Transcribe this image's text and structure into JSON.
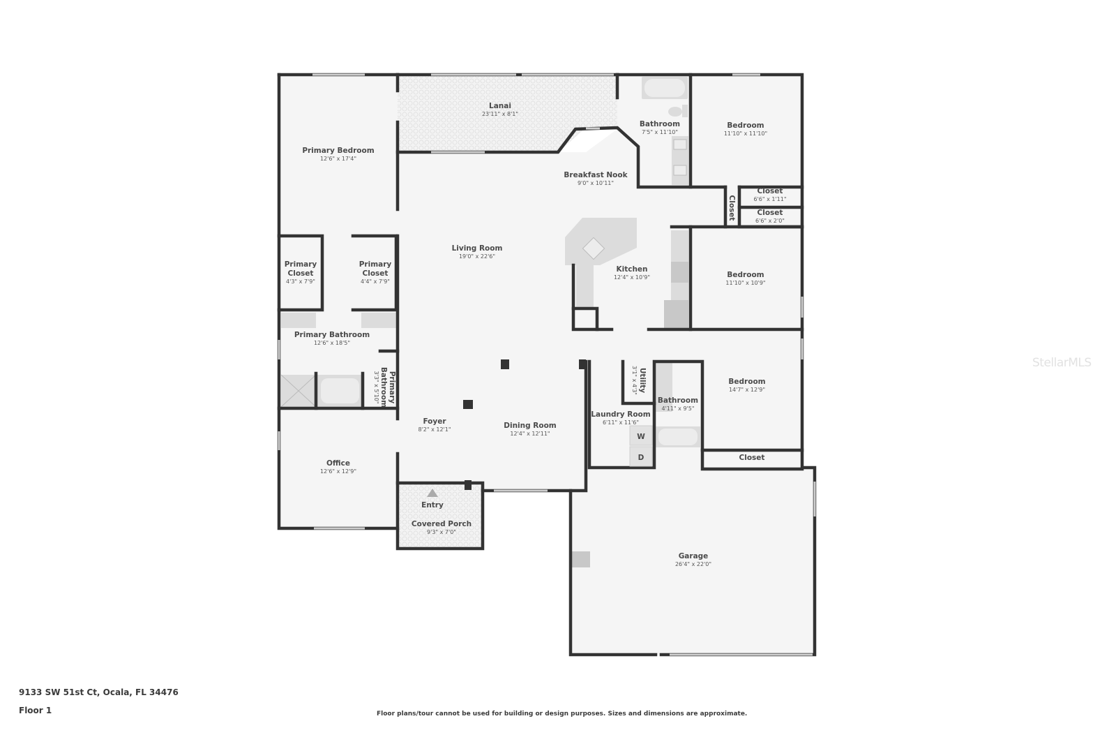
{
  "plan": {
    "address": "9133 SW 51st Ct, Ocala, FL 34476",
    "floor": "Floor 1",
    "disclaimer": "Floor plans/tour cannot be used for building or design purposes. Sizes and dimensions are approximate.",
    "watermark": "StellarMLS"
  },
  "colors": {
    "wall": "#333333",
    "floor": "#f5f5f5",
    "fixture": "#dcdcdc",
    "outdoor": "#eeeeee"
  },
  "rooms": {
    "primary_bedroom": {
      "name": "Primary Bedroom",
      "dim": "12'6\" x 17'4\""
    },
    "lanai": {
      "name": "Lanai",
      "dim": "23'11\" x 8'1\""
    },
    "bathroom_1": {
      "name": "Bathroom",
      "dim": "7'5\" x 11'10\""
    },
    "bedroom_1": {
      "name": "Bedroom",
      "dim": "11'10\" x 11'10\""
    },
    "breakfast_nook": {
      "name": "Breakfast Nook",
      "dim": "9'0\" x 10'11\""
    },
    "closet_a": {
      "name": "Closet",
      "dim": "6'6\" x 1'11\""
    },
    "closet_b": {
      "name": "Closet",
      "dim": "6'6\" x 2'0\""
    },
    "closet_v": {
      "name": "Closet",
      "dim": ""
    },
    "living_room": {
      "name": "Living Room",
      "dim": "19'0\" x 22'6\""
    },
    "primary_closet_1": {
      "name_1": "Primary",
      "name_2": "Closet",
      "dim": "4'3\" x 7'9\""
    },
    "primary_closet_2": {
      "name_1": "Primary",
      "name_2": "Closet",
      "dim": "4'4\" x 7'9\""
    },
    "kitchen": {
      "name": "Kitchen",
      "dim": "12'4\" x 10'9\""
    },
    "bedroom_2": {
      "name": "Bedroom",
      "dim": "11'10\" x 10'9\""
    },
    "primary_bathroom": {
      "name": "Primary Bathroom",
      "dim": "12'6\" x 18'5\""
    },
    "primary_bathroom_wc": {
      "name_1": "Primary",
      "name_2": "Bathroom",
      "dim": "3'3\" x 5'10\""
    },
    "utility": {
      "name": "Utility",
      "dim": "3'1\" x 4'3\""
    },
    "bedroom_3": {
      "name": "Bedroom",
      "dim": "14'7\" x 12'9\""
    },
    "bathroom_2": {
      "name": "Bathroom",
      "dim": "4'11\" x 9'5\""
    },
    "laundry_room": {
      "name": "Laundry Room",
      "dim": "6'11\" x 11'6\""
    },
    "foyer": {
      "name": "Foyer",
      "dim": "8'2\" x 12'1\""
    },
    "dining_room": {
      "name": "Dining Room",
      "dim": "12'4\" x 12'11\""
    },
    "office": {
      "name": "Office",
      "dim": "12'6\" x 12'9\""
    },
    "closet_c": {
      "name": "Closet",
      "dim": ""
    },
    "entry": {
      "name": "Entry"
    },
    "covered_porch": {
      "name": "Covered Porch",
      "dim": "9'3\" x 7'0\""
    },
    "garage": {
      "name": "Garage",
      "dim": "26'4\" x 22'0\""
    }
  },
  "appliances": {
    "washer": "W",
    "dryer": "D"
  }
}
